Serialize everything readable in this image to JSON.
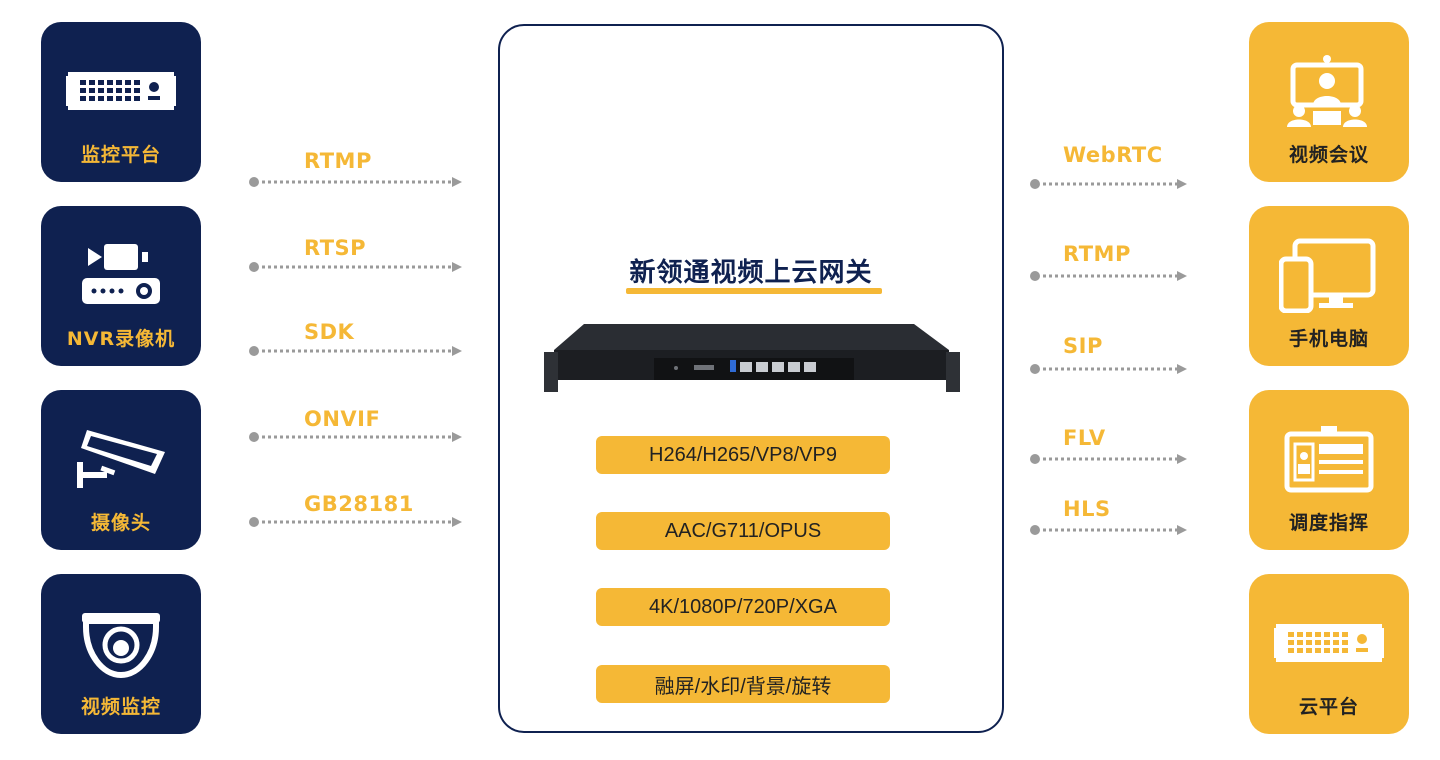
{
  "left_sources": [
    {
      "label": "监控平台",
      "icon": "rack-device-icon"
    },
    {
      "label": "NVR录像机",
      "icon": "nvr-recorder-icon"
    },
    {
      "label": "摄像头",
      "icon": "surveillance-camera-icon"
    },
    {
      "label": "视频监控",
      "icon": "dome-camera-icon"
    }
  ],
  "left_protocols": [
    "RTMP",
    "RTSP",
    "SDK",
    "ONVIF",
    "GB28181"
  ],
  "gateway": {
    "title": "新领通视频上云网关",
    "features": [
      "H264/H265/VP8/VP9",
      "AAC/G711/OPUS",
      "4K/1080P/720P/XGA",
      "融屏/水印/背景/旋转"
    ]
  },
  "right_protocols": [
    "WebRTC",
    "RTMP",
    "SIP",
    "FLV",
    "HLS"
  ],
  "right_targets": [
    {
      "label": "视频会议",
      "icon": "video-conference-icon"
    },
    {
      "label": "手机电脑",
      "icon": "phone-computer-icon"
    },
    {
      "label": "调度指挥",
      "icon": "dispatch-command-icon"
    },
    {
      "label": "云平台",
      "icon": "cloud-platform-icon"
    }
  ],
  "colors": {
    "navy": "#0f2150",
    "gold": "#f5b836",
    "arrow": "#9a9a9a"
  }
}
